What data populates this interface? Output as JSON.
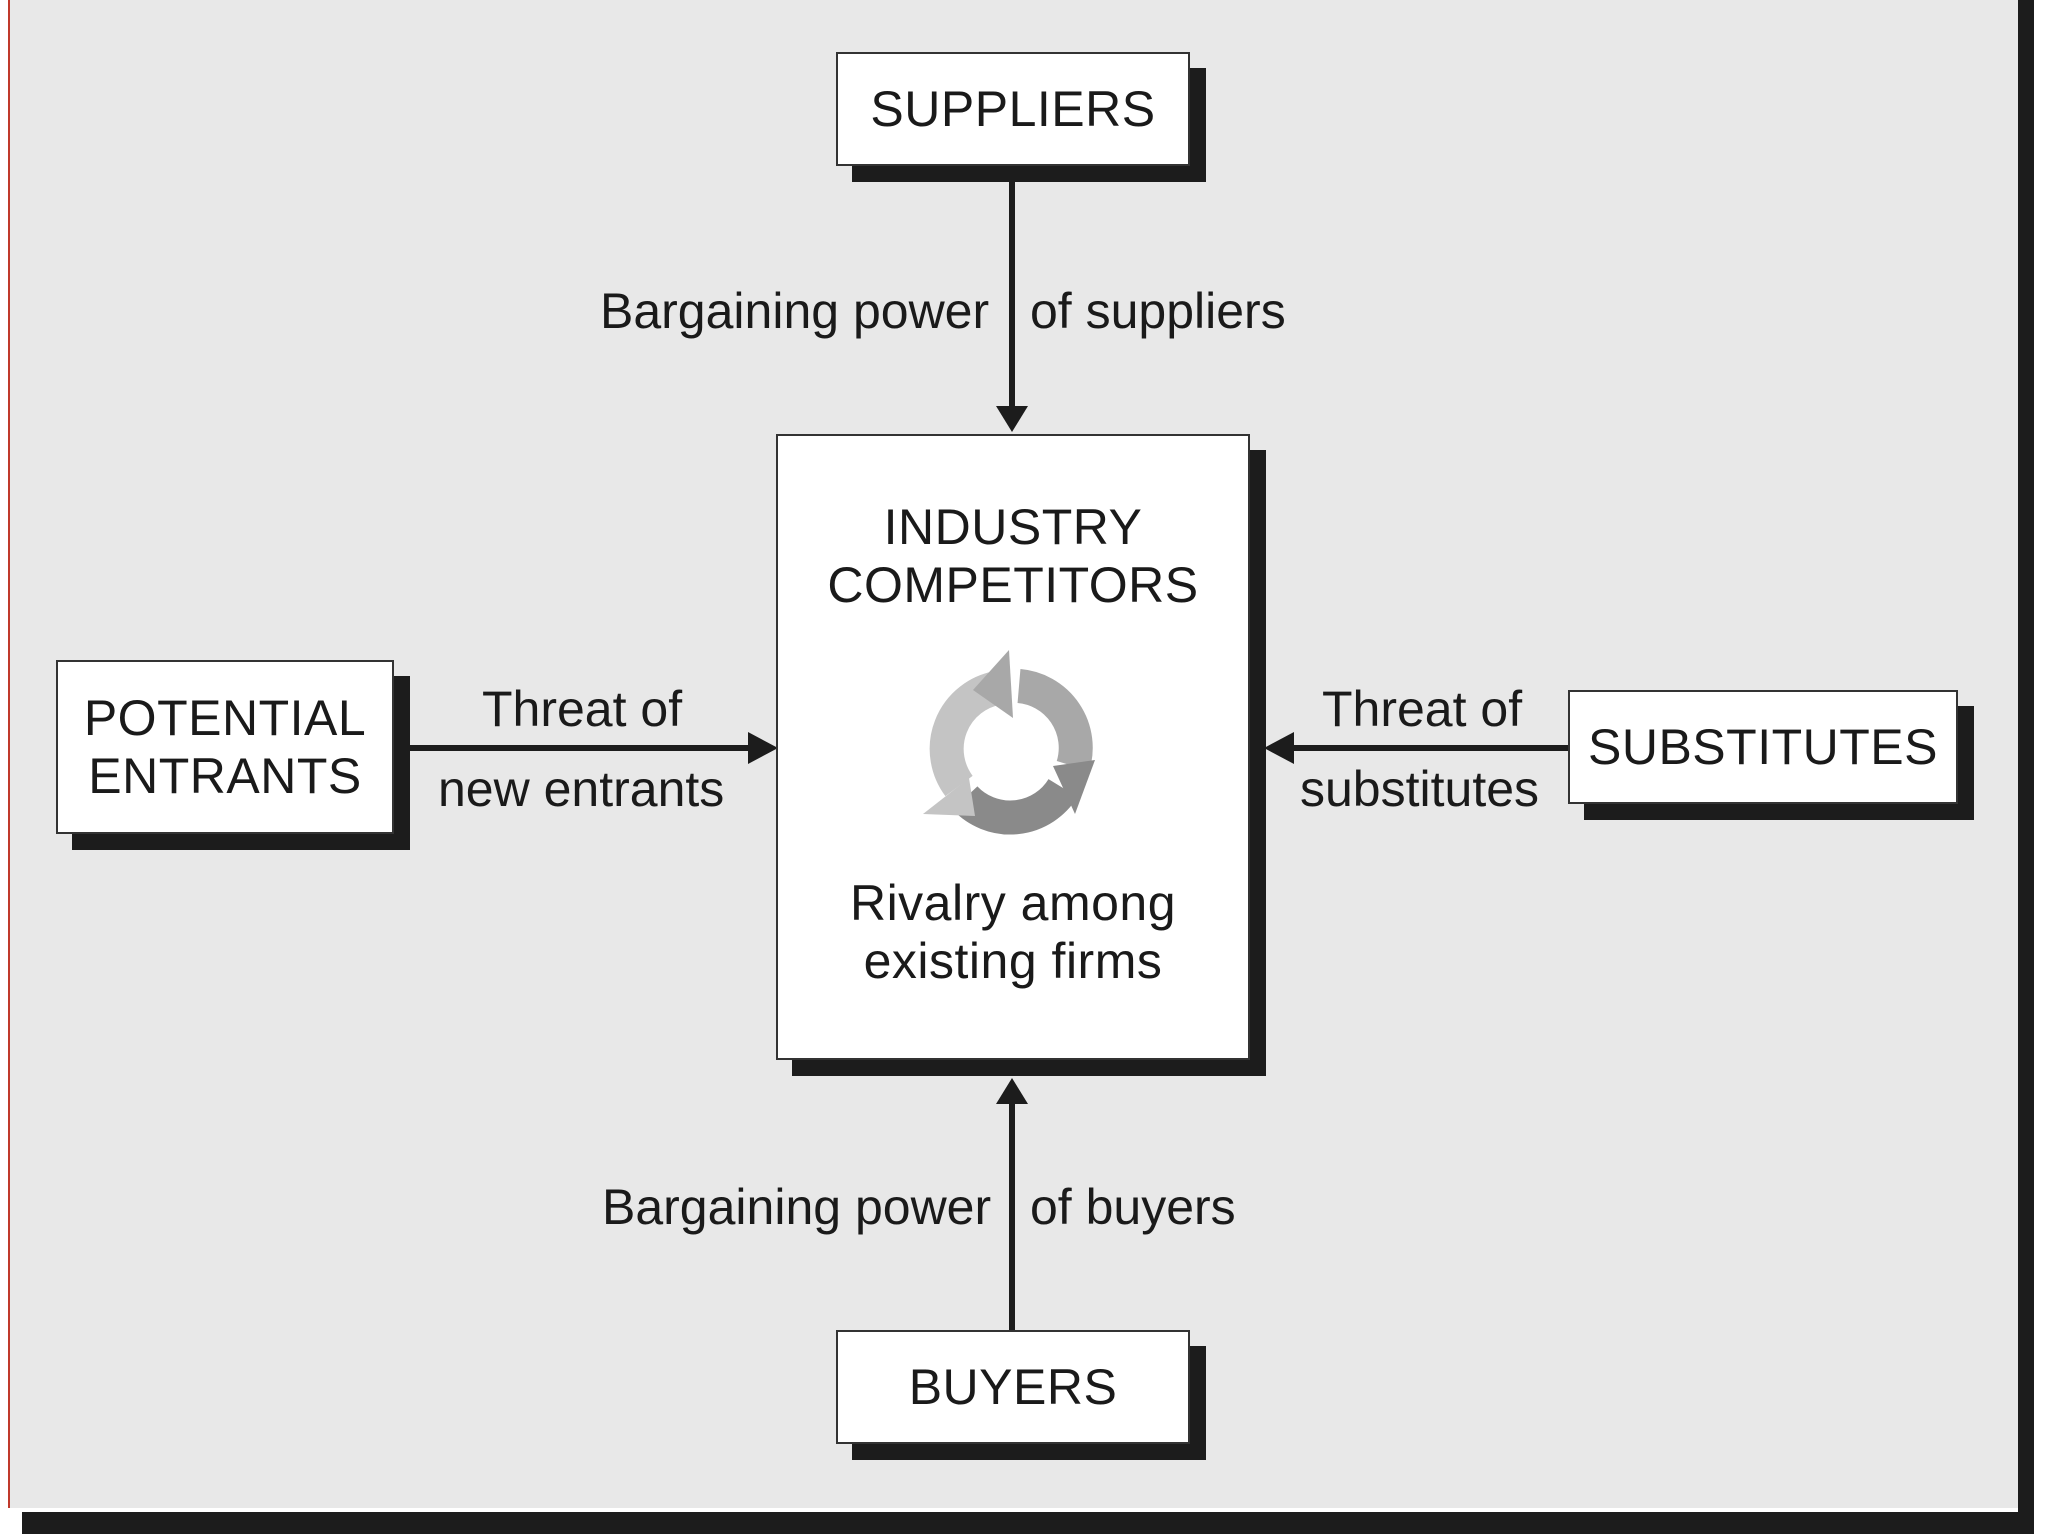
{
  "boxes": {
    "suppliers": "SUPPLIERS",
    "industry": [
      "INDUSTRY",
      "COMPETITORS"
    ],
    "rivalry": [
      "Rivalry among",
      "existing firms"
    ],
    "potential_entrants": [
      "POTENTIAL",
      "ENTRANTS"
    ],
    "substitutes": "SUBSTITUTES",
    "buyers": "BUYERS"
  },
  "labels": {
    "suppliers_left": "Bargaining power",
    "suppliers_right": "of suppliers",
    "entrants_top": "Threat of",
    "entrants_bottom": "new entrants",
    "substitutes_top": "Threat of",
    "substitutes_bottom": "substitutes",
    "buyers_left": "Bargaining power",
    "buyers_right": "of buyers"
  },
  "colors": {
    "background": "#e8e8e8",
    "box": "#ffffff",
    "shadow": "#1c1c1c",
    "edge": "#c0392b",
    "cycle_light": "#c4c4c4",
    "cycle_mid": "#a8a8a8",
    "cycle_dark": "#8a8a8a"
  },
  "icons": {
    "rivalry": "recycle-cycle-icon"
  }
}
